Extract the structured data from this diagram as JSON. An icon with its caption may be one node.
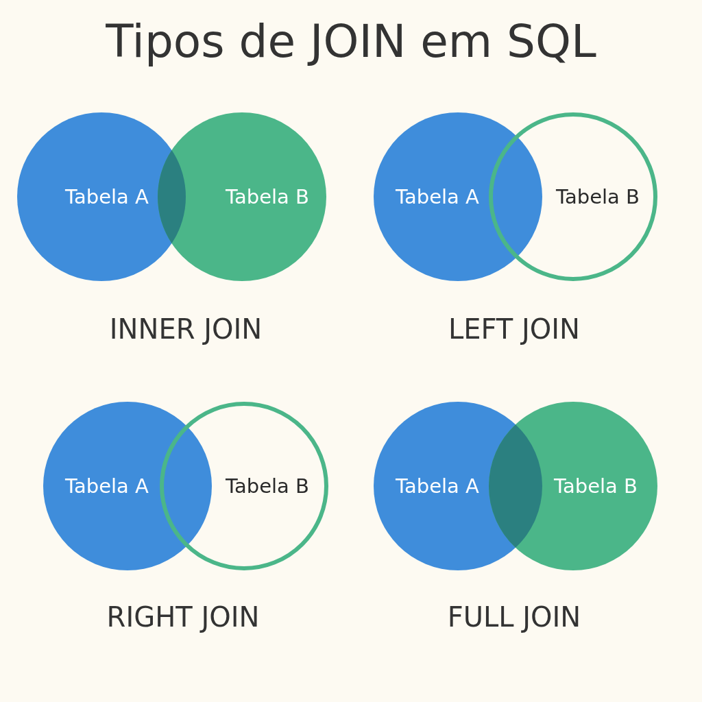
{
  "diagram": {
    "title": "Tipos de JOIN em SQL",
    "nodes": [
      {
        "text": [
          "Tabela A"
        ]
      },
      {
        "text": [
          "Tabela B"
        ]
      },
      {
        "text": [
          "Tabela A"
        ]
      },
      {
        "text": [
          "Tabela B"
        ]
      },
      {
        "text": [
          "Tabela A"
        ]
      },
      {
        "text": [
          "Tabela B"
        ]
      },
      {
        "text": [
          "Tabela A"
        ]
      },
      {
        "text": [
          "Tabela B"
        ]
      }
    ],
    "labels": [
      "INNER JOIN",
      "LEFT JOIN",
      "RIGHT JOIN",
      "FULL JOIN"
    ]
  }
}
